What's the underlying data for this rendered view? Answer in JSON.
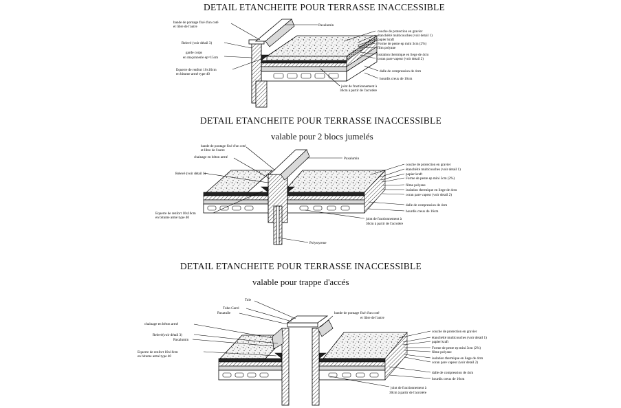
{
  "details": [
    {
      "title": "DETAIL ETANCHEITE POUR TERRASSE INACCESSIBLE",
      "subtitle": "",
      "labels_left": [
        "bande de pontage fixé d'un coté",
        "et libre de l'autre",
        "Relevé (voir détail 3)",
        "garde corps",
        "en maçonnerie ep=15cm",
        "Equerre de renfort 10x10cm",
        "en bitume armé type 40"
      ],
      "labels_top": [
        "Paxalumin"
      ],
      "labels_right": [
        "couche de protection en gravier",
        "étanchéité multicouches (voir detail 1)",
        "papier kraft",
        "Forme de pente ep mini 3cm (2%)",
        "film polyane",
        "isolation thermique en liege de 4cm",
        "coran pare vapeur (voir detail 2)",
        "dalle de compression de 4cm",
        "hourdis creux de 16cm"
      ],
      "labels_bottom": [
        "joint de fractionnement à",
        "30cm à partir de l'acrotère"
      ]
    },
    {
      "title": "DETAIL ETANCHEITE POUR TERRASSE INACCESSIBLE",
      "subtitle": "valable pour 2 blocs jumelés",
      "labels_left": [
        "bande de pontage fixé d'un coté",
        "et libre de l'autre",
        "chainage en béton armé",
        "Relevé (voir détail 3)",
        "Equerre de renfort 10x10cm",
        "en bitume armé type 40"
      ],
      "labels_top": [
        "Paxalumin"
      ],
      "labels_right": [
        "couche de protection en gravier",
        "étanchéité multicouches (voir detail 1)",
        "papier kraft",
        "Forme de pente ep mini 3cm (2%)",
        "filme polyane",
        "isolation thermique en liege de 4cm",
        "coran pare vapeur (voir detail 2)",
        "dalle de compression de 4cm",
        "hourdis creux de 16cm"
      ],
      "labels_bottom": [
        "joint de fractionnement à",
        "30cm à partir de l'acrotère",
        "Polystyrene"
      ]
    },
    {
      "title": "DETAIL ETANCHEITE POUR TERRASSE INACCESSIBLE",
      "subtitle": "valable pour trappe d'accés",
      "labels_left": [
        "Tole",
        "Tube-Carré",
        "Paxatuile",
        "chainage en béton armé",
        "Relevé(voir détail 3)",
        "Paxalumin",
        "Equerre de renfort 10x10cm",
        "en bitume armé type 40"
      ],
      "labels_top": [
        "bande de pontage fixé d'un coté",
        "et libre de l'autre"
      ],
      "labels_right": [
        "couche de protection en gravier",
        "étanchéité multicouches (voir detail 1)",
        "papier kraft",
        "Forme de pente ep mini 3cm (2%)",
        "filme polyane",
        "isolation thermique en liege de 4cm",
        "coran pare vapeur (voir detail 2)",
        "dalle de compression de 4cm",
        "hourdis creux de 16cm"
      ],
      "labels_bottom": [
        "joint de fractionnement à",
        "30cm à partir de l'acrotère"
      ]
    }
  ]
}
